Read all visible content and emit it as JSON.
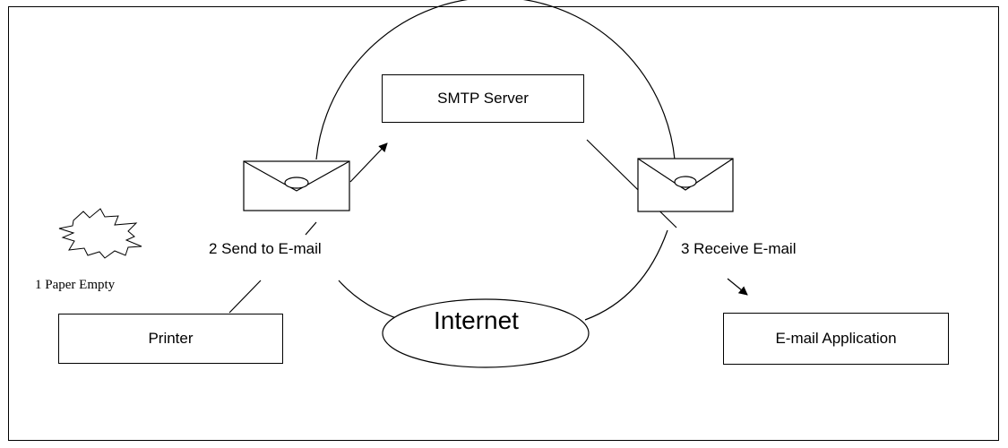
{
  "diagram": {
    "nodes": {
      "smtp_server": "SMTP Server",
      "printer": "Printer",
      "email_application": "E-mail Application",
      "internet": "Internet"
    },
    "steps": {
      "paper_empty": "1 Paper Empty",
      "send_to_email": "2 Send to E-mail",
      "receive_email": "3 Receive E-mail"
    }
  }
}
